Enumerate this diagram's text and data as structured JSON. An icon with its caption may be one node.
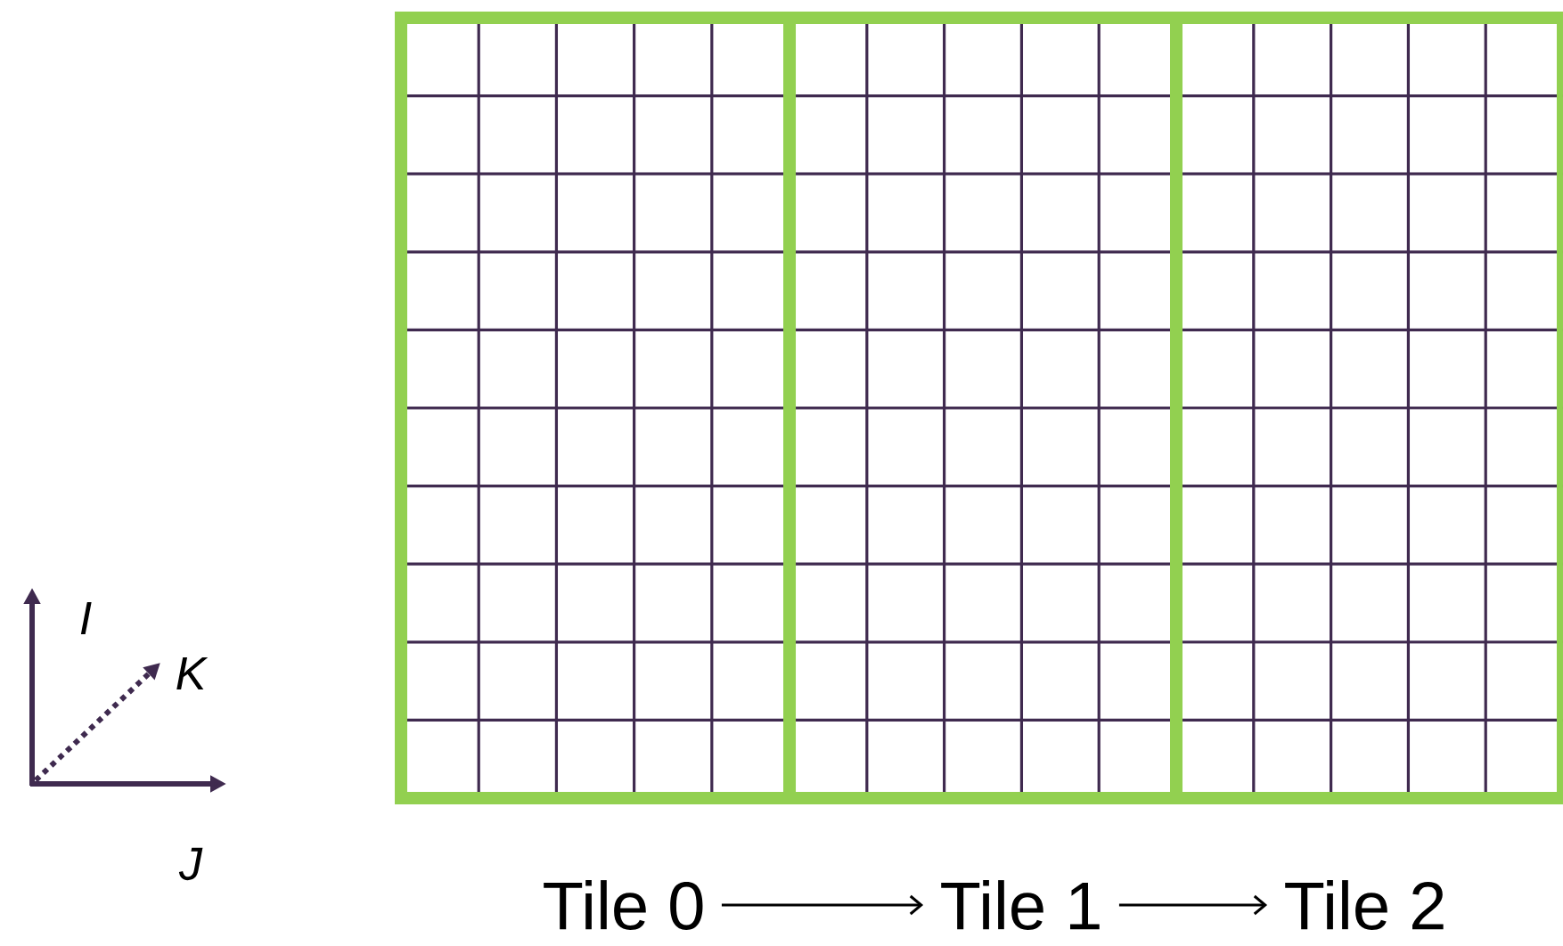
{
  "diagram": {
    "nodes": [
      {
        "text": [],
        "shape": "box"
      },
      {
        "text": [],
        "shape": "box"
      },
      {
        "text": [],
        "shape": "box"
      },
      {
        "text": [
          "Tile 0"
        ]
      },
      {
        "text": [
          "Tile 1"
        ]
      },
      {
        "text": [
          "Tile 2"
        ]
      }
    ],
    "edges": [
      {
        "from": 3,
        "to": 4,
        "arrow": "to"
      },
      {
        "from": 4,
        "to": 5,
        "arrow": "to"
      }
    ],
    "labels": [
      "I",
      "K",
      "J"
    ]
  }
}
